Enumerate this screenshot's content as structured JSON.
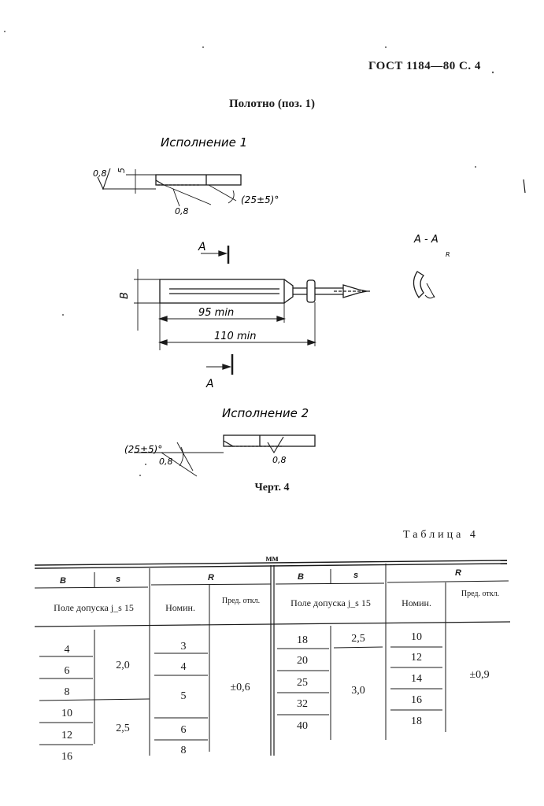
{
  "page": {
    "header": "ГОСТ 1184—80 С. 4",
    "title": "Полотно (поз. 1)",
    "caption": "Черт. 4",
    "table_label": "Таблица 4",
    "unit": "мм"
  },
  "drawing": {
    "variant1_label": "Исполнение 1",
    "variant2_label": "Исполнение 2",
    "dim_95": "95 min",
    "dim_110": "110 min",
    "dim_B": "B",
    "dim_5": "5",
    "dim_08a": "0,8",
    "dim_08b": "0,8",
    "dim_08c": "0,8",
    "dim_08d": "0,8",
    "angle1": "(25±5)°",
    "angle2": "(25±5)°",
    "section_A1": "A",
    "section_A2": "A",
    "section_AA": "A - A",
    "section_R": "R"
  },
  "table": {
    "left": {
      "h_B": "B",
      "h_s": "s",
      "h_R": "R",
      "h_tol": "Поле допуска j_s 15",
      "h_nom": "Номин.",
      "h_dev": "Пред. откл.",
      "B_values": [
        "4",
        "6",
        "8",
        "10",
        "12",
        "16"
      ],
      "s_values": [
        "2,0",
        "2,5"
      ],
      "R_values": [
        "3",
        "4",
        "5",
        "6",
        "8"
      ],
      "R_dev": "±0,6"
    },
    "right": {
      "h_B": "B",
      "h_s": "s",
      "h_R": "R",
      "h_tol": "Поле допуска j_s 15",
      "h_nom": "Номин.",
      "h_dev": "Пред. откл.",
      "B_values": [
        "18",
        "20",
        "25",
        "32",
        "40"
      ],
      "s_values": [
        "2,5",
        "3,0"
      ],
      "R_values": [
        "10",
        "12",
        "14",
        "16",
        "18"
      ],
      "R_dev": "±0,9"
    }
  }
}
